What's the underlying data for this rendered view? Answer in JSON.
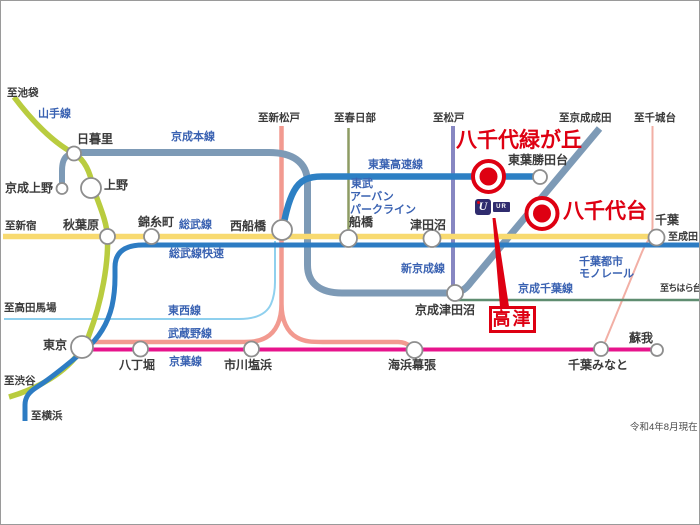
{
  "map": {
    "note_date": "令和4年8月現在"
  },
  "colors": {
    "red": "#de0012",
    "circle_stroke": "#8e8e8e",
    "line_label": "#3a62b2",
    "text": "#3a3a3a"
  },
  "lines": {
    "yamanote": {
      "label": "山手線",
      "color": "#b9cc3f"
    },
    "keisei_main": {
      "label": "京成本線",
      "color": "#7d9ab6"
    },
    "sobu": {
      "label": "総武線",
      "color": "#f8da70"
    },
    "sobu_rapid": {
      "label": "総武線快速",
      "color": "#2d7cc3"
    },
    "tozai": {
      "label": "東西線",
      "color": "#8fd0ee"
    },
    "toyo_rapid": {
      "label": "東葉高速線",
      "color": "#2d80c4"
    },
    "tobu_urban_park": {
      "label": "東武アーバンパークライン",
      "line1": "東武",
      "line2": "アーバン",
      "line3": "パークライン",
      "color": "#8d9c63"
    },
    "musashino": {
      "label": "武蔵野線",
      "color": "#f29a90"
    },
    "keiyo": {
      "label": "京葉線",
      "color": "#e7148c"
    },
    "shin_keisei": {
      "label": "新京成線",
      "color": "#8787c2"
    },
    "keisei_chiba": {
      "label": "京成千葉線",
      "color": "#5f8d70"
    },
    "chiba_monorail": {
      "label": "千葉都市モノレール",
      "line1": "千葉都市",
      "line2": "モノレール",
      "color": "#f2afa5"
    }
  },
  "stations": {
    "nippori": "日暮里",
    "keisei_ueno": "京成上野",
    "ueno": "上野",
    "akihabara": "秋葉原",
    "kinshicho": "錦糸町",
    "nishi_funabashi": "西船橋",
    "funabashi": "船橋",
    "tsudanuma": "津田沼",
    "chiba": "千葉",
    "keisei_tsudanuma": "京成津田沼",
    "toyo_katsutadai": "東葉勝田台",
    "tokyo": "東京",
    "hatchobori": "八丁堀",
    "ichikawa_shiohama": "市川塩浜",
    "kaihin_makuhari": "海浜幕張",
    "chiba_minato": "千葉みなと",
    "soga": "蘇我"
  },
  "highlights": {
    "yachiyo_midorigaoka": "八千代緑が丘",
    "yachiyodai": "八千代台",
    "takatsu": "高津"
  },
  "directions": {
    "ikebukuro": "至池袋",
    "shinjuku": "至新宿",
    "takadanobaba": "至高田馬場",
    "shibuya": "至渋谷",
    "yokohama": "至横浜",
    "shin_matsudo": "至新松戸",
    "kasukabe": "至春日部",
    "matsudo": "至松戸",
    "keisei_narita": "至京成成田",
    "chishirodai": "至千城台",
    "narita": "至成田",
    "chiharadai": "至ちはら台"
  },
  "ur_badge": {
    "logo": "U",
    "text": "UR"
  }
}
